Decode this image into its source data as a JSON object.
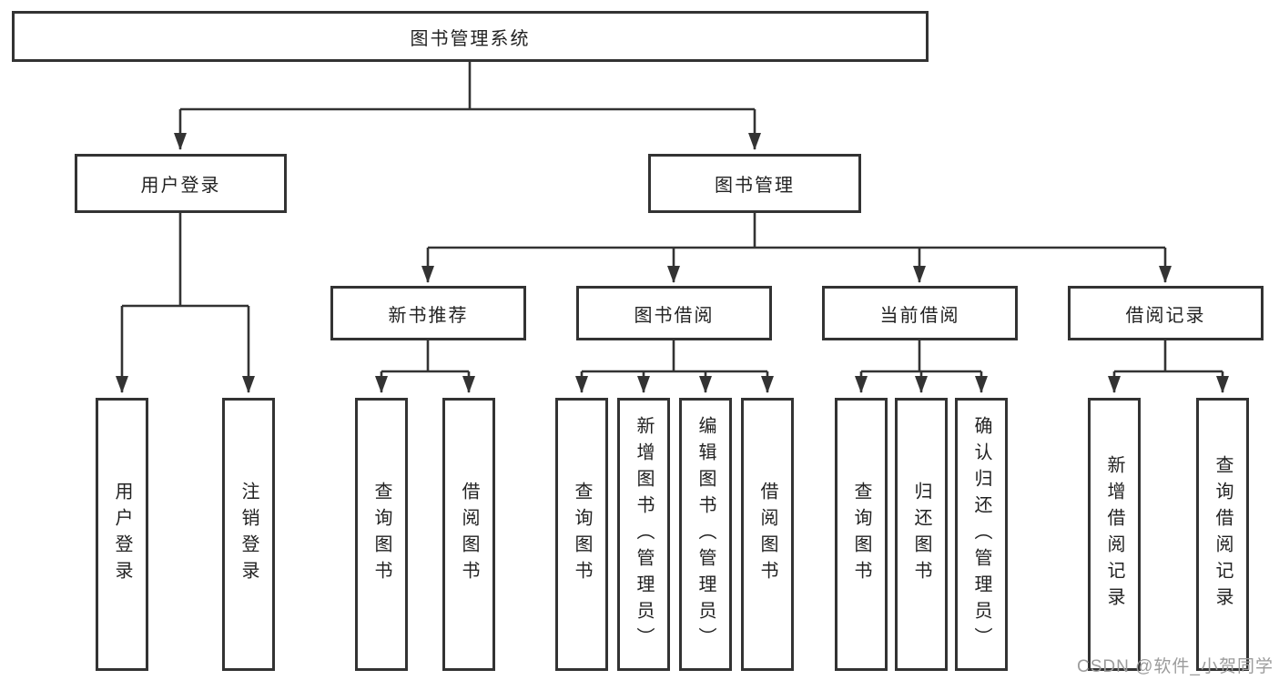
{
  "tree": {
    "root": {
      "label": "图书管理系统"
    },
    "branches": [
      {
        "label": "用户登录",
        "children": [
          "用户登录",
          "注销登录"
        ]
      },
      {
        "label": "图书管理",
        "groups": [
          {
            "label": "新书推荐",
            "children": [
              "查询图书",
              "借阅图书"
            ]
          },
          {
            "label": "图书借阅",
            "children": [
              "查询图书",
              "新增图书（管理员）",
              "编辑图书（管理员）",
              "借阅图书"
            ]
          },
          {
            "label": "当前借阅",
            "children": [
              "查询图书",
              "归还图书",
              "确认归还（管理员）"
            ]
          },
          {
            "label": "借阅记录",
            "children": [
              "新增借阅记录",
              "查询借阅记录"
            ]
          }
        ]
      }
    ]
  },
  "watermark": "CSDN @软件_小贺同学",
  "colors": {
    "line": "#333333",
    "box-bg": "#ffffff",
    "text": "#222222",
    "watermark": "#9c9c9c"
  }
}
